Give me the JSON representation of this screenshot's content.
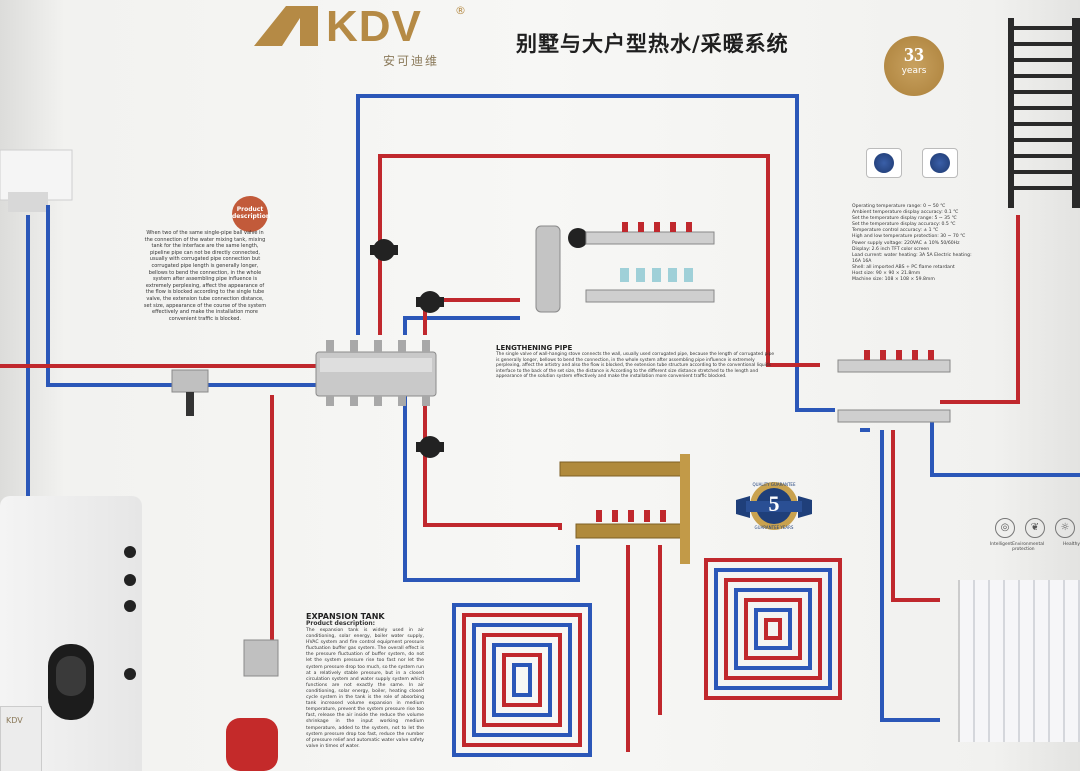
{
  "brand": {
    "name": "KDV",
    "reg_mark": "®",
    "chinese_name": "安可迪维",
    "mark_color": "#b58a45"
  },
  "title": "别墅与大户型热水/采暖系统",
  "anniversary_badge": {
    "number": "33",
    "label": "years"
  },
  "colors": {
    "hot_pipe": "#c0282d",
    "cold_pipe": "#2b57b8",
    "brass": "#b08a3c",
    "accent": "#b58a45"
  },
  "product_badge": "Product description",
  "left_description": "When two of the same single-pipe ball valve in the connection of the water mixing tank, mixing tank for the interface are the same length, pipeline pipe can not be directly connected, usually with corrugated pipe connection but corrugated pipe length is generally longer, bellows to bend the connection, in the whole system after assembling pipe influence is extremely perplexing, affect the appearance of the flow is blocked according to the single tube valve, the extension tube connection distance, set size, appearance of the course of the system effectively and make the installation more convenient traffic is blocked.",
  "thermostat_specs": [
    "Operating temperature range: 0 ~ 50 ℃",
    "Ambient temperature display accuracy: 0.1 ℃",
    "Set the temperature display range: 5 ~ 35 ℃",
    "Set the temperature display accuracy: 0.5 ℃",
    "Temperature control accuracy: ± 1 ℃",
    "High and low temperature protection: 30 ~ 70 ℃",
    "Power supply voltage: 220VAC ± 10% 50/60Hz",
    "Display: 2.6 inch TFT color screen",
    "Load current: water heating: 3A 5A Electric heating: 16A 16A",
    "Shell: all imported ABS + PC flame retardant",
    "Host size: 90 × 90 × 21.8mm",
    "Machine size: 108 × 108 × 59.8mm"
  ],
  "lengthening_pipe": {
    "title": "LENGTHENING PIPE",
    "body": "The single valve of wall-hanging stove connects the wall, usually used corrugated pipe, because the length of corrugated pipe is generally longer, bellows to bend the connection, in the whole system after assembling pipe influence is extremely perplexing, affect the artistry and also the flow is blocked, the extension tube structure according to the conventional liquids interface to the back of the set size, the distance is According to the different size distance stretched to the length and appearance of the solution system effectively and make the installation more convenient traffic blocked."
  },
  "expansion_tank": {
    "title": "EXPANSION TANK",
    "subtitle": "Product description:",
    "body": "The expansion tank is widely used in air conditioning, solar energy, boiler water supply, HVAC system and fire control equipment pressure fluctuation buffer gas system. The overall effect is the pressure fluctuation of buffer system, do not let the system pressure rise too fast nor let the system pressure drop too much, so the system run at a relatively stable pressure, but in a closed circulation system and water supply system which functions are not exactly the same. In air conditioning, solar energy, boiler, heating closed cycle system in the tank is the role of absorbing tank increased volume expansion in medium temperature, prevent the system pressure rise too fast, release the air inside the reduce the volume shrinkage in the input working medium temperature, added to the system, not to let the system pressure drop too fast, reduce the number of pressure relief and automatic water valve safety valve in times of water."
  },
  "quality_badge": {
    "number": "5",
    "top_text": "QUALITY GUARANTEE",
    "bottom_text": "GUARANTEE YEARS"
  },
  "eco_labels": [
    "Intelligent",
    "Environmental protection",
    "Healthy"
  ],
  "tank_logo": "KDV"
}
